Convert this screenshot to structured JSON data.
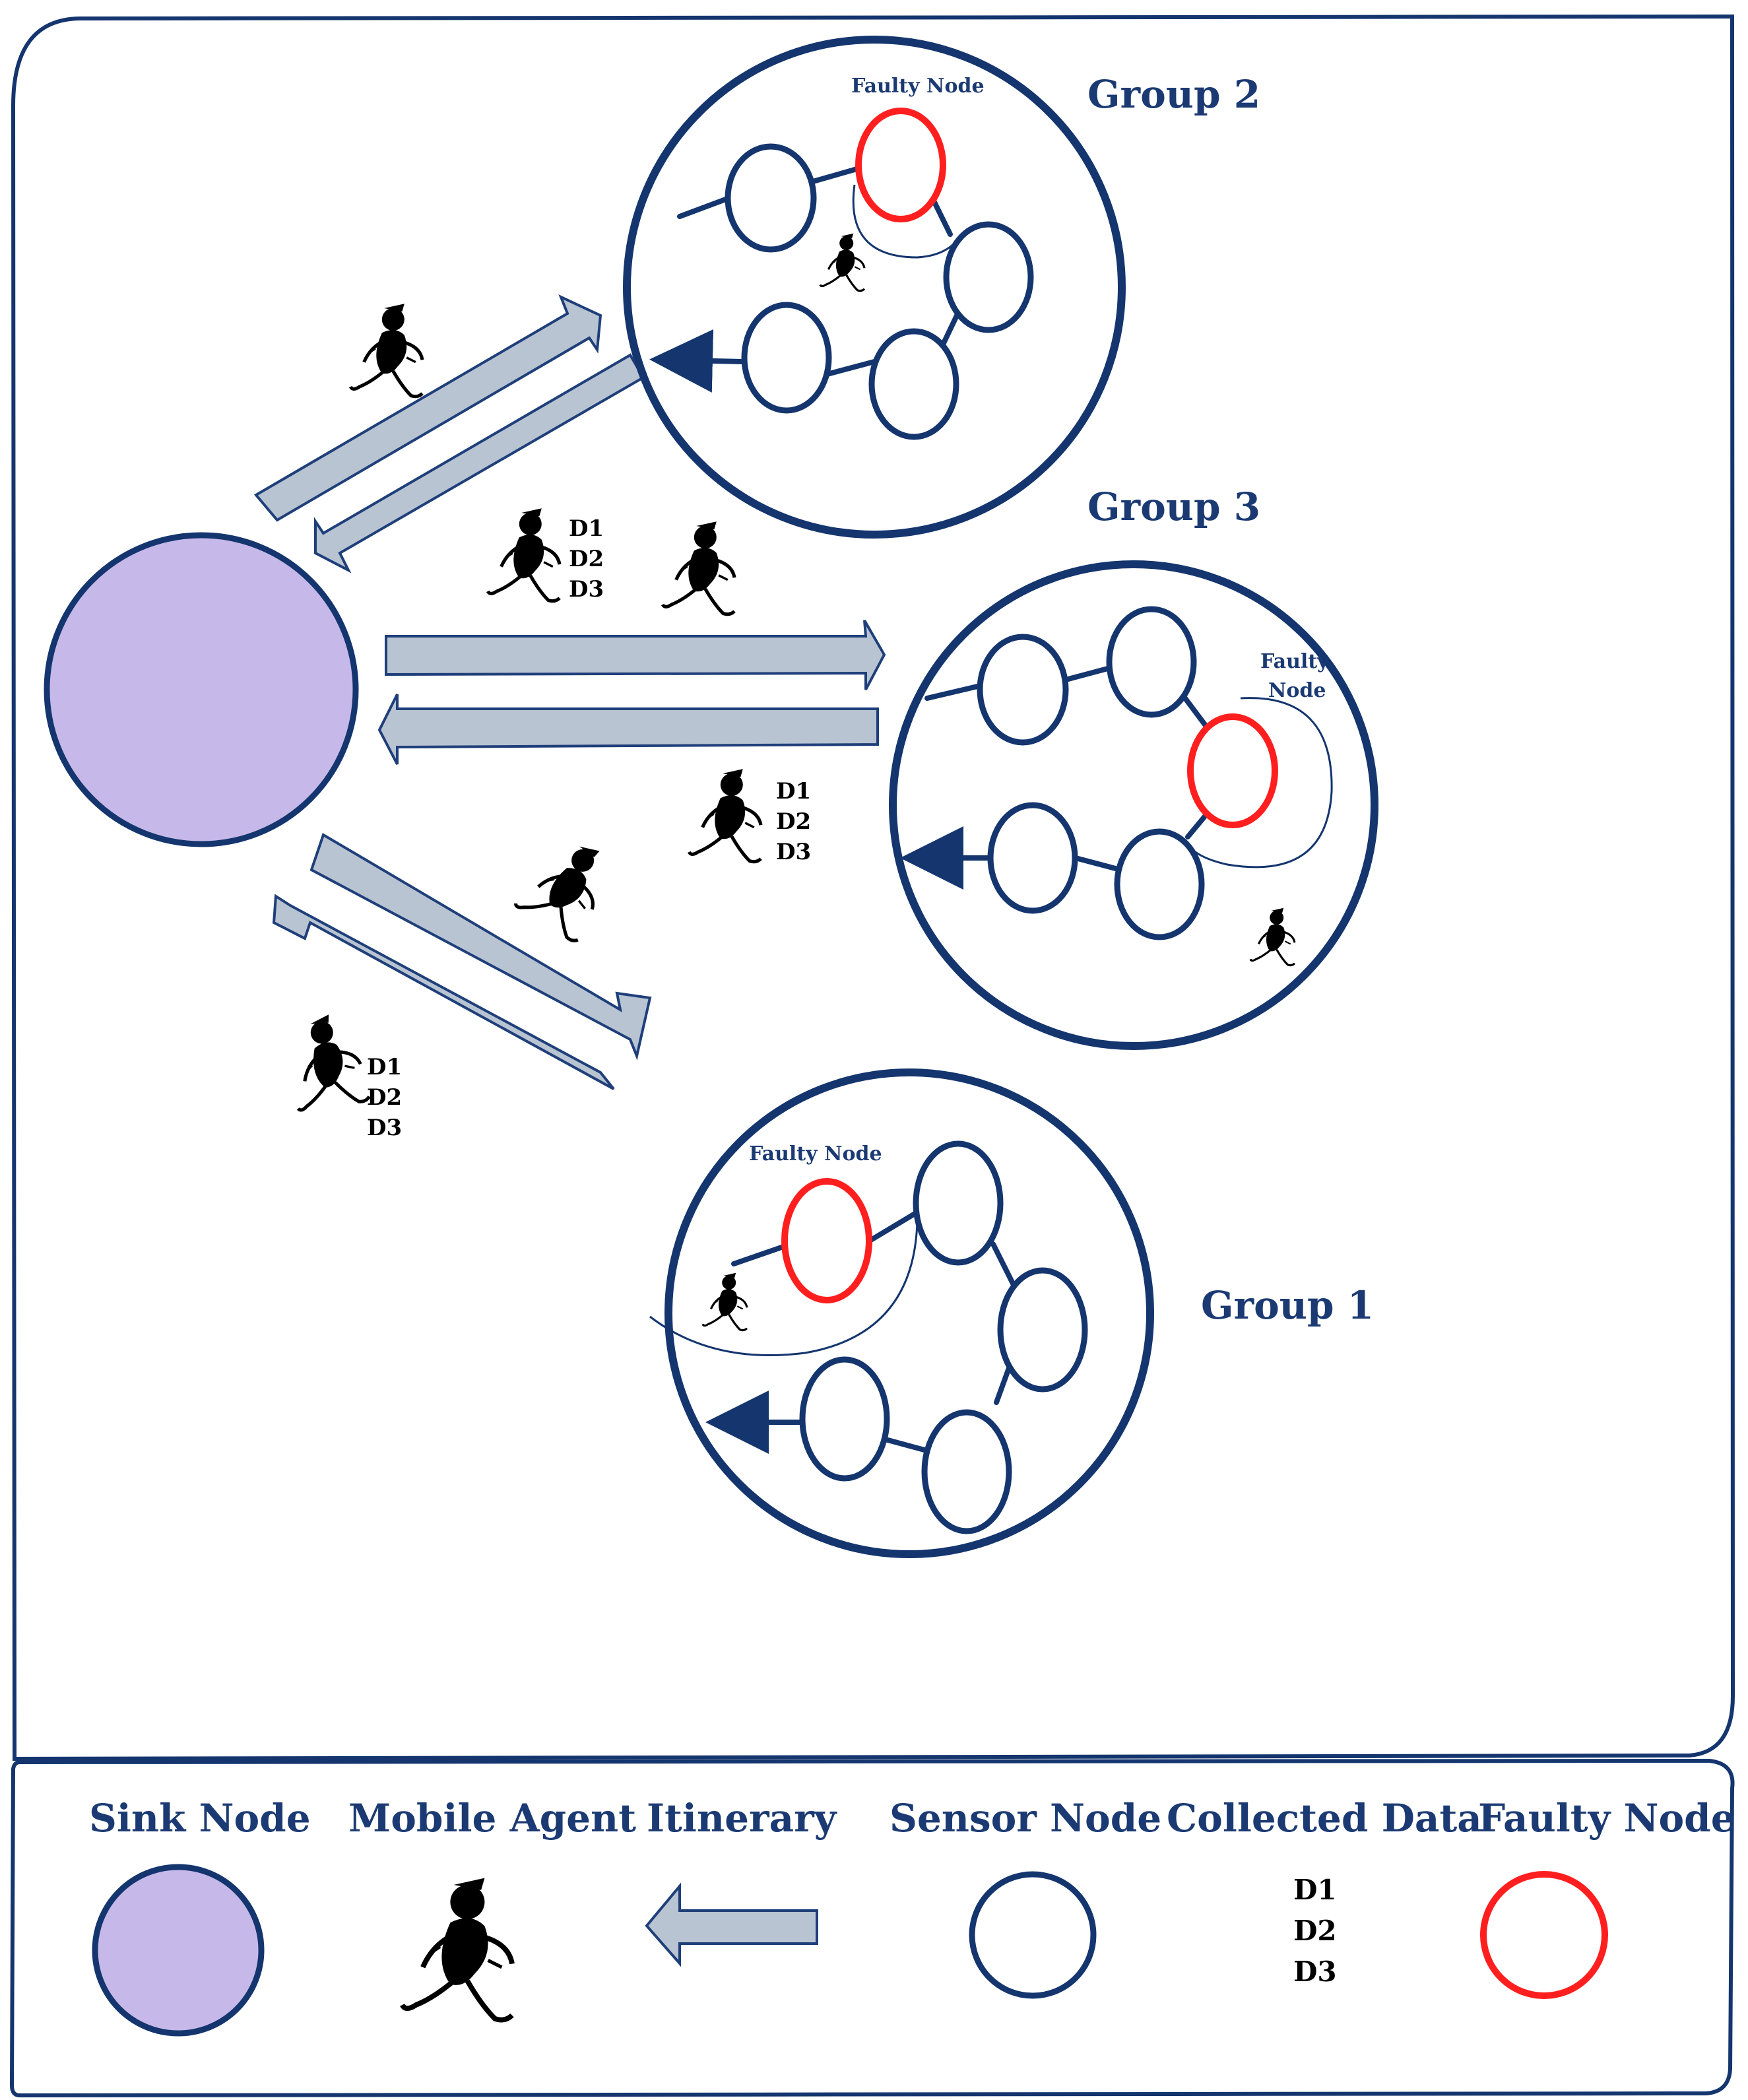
{
  "groups": [
    {
      "name": "Group 2",
      "faulty_label": "Faulty Node"
    },
    {
      "name": "Group 3",
      "faulty_label_line1": "Faulty",
      "faulty_label_line2": "Node"
    },
    {
      "name": "Group 1",
      "faulty_label": "Faulty Node"
    }
  ],
  "data_labels": [
    [
      "D1",
      "D2",
      "D3"
    ],
    [
      "D1",
      "D2",
      "D3"
    ],
    [
      "D1",
      "D2",
      "D3"
    ]
  ],
  "legend": {
    "sink_node": "Sink Node",
    "mobile_agent": "Mobile Agent",
    "itinerary": "Itinerary",
    "sensor_node": "Sensor Node",
    "collected_data": "Collected Data",
    "collected_data_items": [
      "D1",
      "D2",
      "D3"
    ],
    "faulty_node": "Faulty Node"
  },
  "colors": {
    "sink_fill": "#c6b9ea",
    "node_stroke": "#14356e",
    "faulty_stroke": "#ff1f1f",
    "arrow_fill": "#b9c4d3",
    "title_color": "#1b3a73"
  },
  "icons": {
    "agent": "running-figure-icon",
    "arrow": "block-arrow-icon"
  }
}
